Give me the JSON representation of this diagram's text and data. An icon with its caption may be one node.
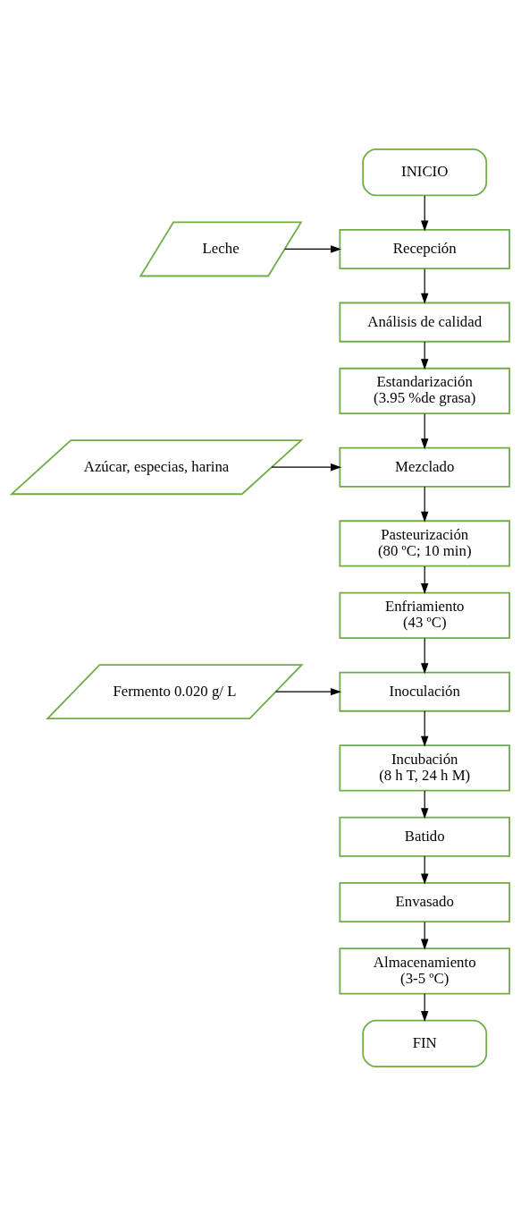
{
  "diagram": {
    "nodes": [
      {
        "text": [
          "INICIO"
        ]
      },
      {
        "text": [
          "Leche"
        ]
      },
      {
        "text": [
          "Recepción"
        ]
      },
      {
        "text": [
          "Análisis de calidad"
        ]
      },
      {
        "text": [
          "Estandarización",
          "(3.95 %de grasa)"
        ]
      },
      {
        "text": [
          "Azúcar, especias, harina"
        ]
      },
      {
        "text": [
          "Mezclado"
        ]
      },
      {
        "text": [
          "Pasteurización",
          "(80 ºC; 10 min)"
        ]
      },
      {
        "text": [
          "Enfriamiento",
          "(43 ºC)"
        ]
      },
      {
        "text": [
          "Fermento 0.020 g/ L"
        ]
      },
      {
        "text": [
          "Inoculación"
        ]
      },
      {
        "text": [
          "Incubación",
          "(8 h T, 24 h M)"
        ]
      },
      {
        "text": [
          "Batido"
        ]
      },
      {
        "text": [
          "Envasado"
        ]
      },
      {
        "text": [
          "Almacenamiento",
          "(3-5 ºC)"
        ]
      },
      {
        "text": [
          "FIN"
        ]
      }
    ],
    "edges": [
      {
        "from": 0,
        "to": 2,
        "arrow": "to"
      },
      {
        "from": 1,
        "to": 2,
        "arrow": "to"
      },
      {
        "from": 2,
        "to": 3,
        "arrow": "to"
      },
      {
        "from": 3,
        "to": 4,
        "arrow": "to"
      },
      {
        "from": 4,
        "to": 6,
        "arrow": "to"
      },
      {
        "from": 5,
        "to": 6,
        "arrow": "to"
      },
      {
        "from": 6,
        "to": 7,
        "arrow": "to"
      },
      {
        "from": 7,
        "to": 8,
        "arrow": "to"
      },
      {
        "from": 8,
        "to": 10,
        "arrow": "to"
      },
      {
        "from": 9,
        "to": 10,
        "arrow": "to"
      },
      {
        "from": 10,
        "to": 11,
        "arrow": "to"
      },
      {
        "from": 11,
        "to": 12,
        "arrow": "to"
      },
      {
        "from": 12,
        "to": 13,
        "arrow": "to"
      },
      {
        "from": 13,
        "to": 14,
        "arrow": "to"
      },
      {
        "from": 14,
        "to": 15,
        "arrow": "to"
      }
    ]
  }
}
